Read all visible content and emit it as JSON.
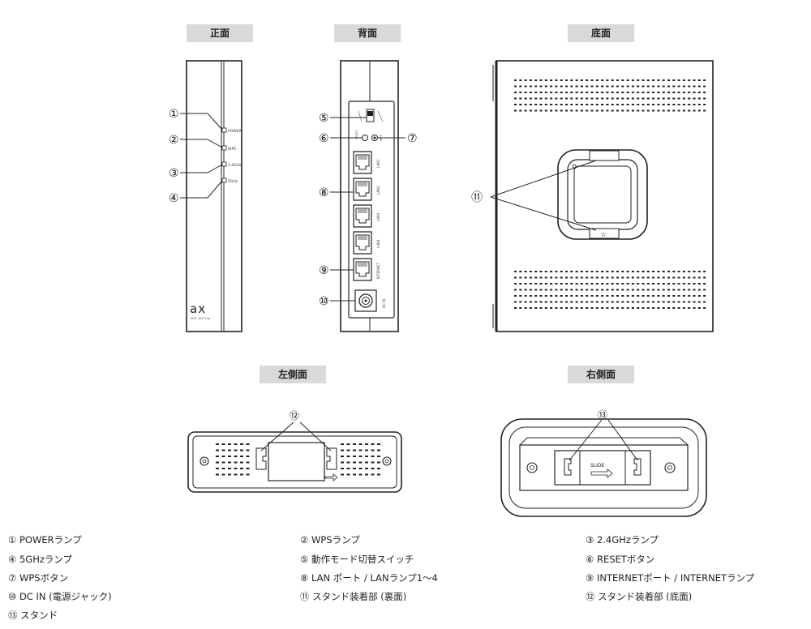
{
  "sections": {
    "front": "正面",
    "back": "背面",
    "bottom": "底面",
    "left_side": "左側面",
    "right_side": "右側面"
  },
  "front_panel": {
    "lamp_labels": [
      "POWER",
      "WPS",
      "2.4GHz",
      "5GHz"
    ],
    "logo_text": "ax",
    "logo_sub": "1201 AX2 T-sa"
  },
  "back_panel": {
    "port_labels": [
      "LAN1",
      "LAN2",
      "LAN3",
      "LAN4",
      "INTERNET"
    ],
    "dc_label": "DC IN",
    "reset_label": "RESET",
    "wps_label": "WPS"
  },
  "callouts": {
    "c1": "①",
    "c2": "②",
    "c3": "③",
    "c4": "④",
    "c5": "⑤",
    "c6": "⑥",
    "c7": "⑦",
    "c8": "⑧",
    "c9": "⑨",
    "c10": "⑩",
    "c11": "⑪",
    "c12": "⑫",
    "c13": "⑬"
  },
  "stand_label": "SLIDE",
  "legend": [
    "① POWERランプ",
    "② WPSランプ",
    "③ 2.4GHzランプ",
    "④ 5GHzランプ",
    "⑤ 動作モード切替スイッチ",
    "⑥ RESETボタン",
    "⑦ WPSボタン",
    "⑧ LAN ポート / LANランプ1〜4",
    "⑨ INTERNETポート / INTERNETランプ",
    "⑩ DC IN (電源ジャック)",
    "⑪ スタンド装着部 (裏面)",
    "⑫ スタンド装着部 (底面)",
    "⑬ スタンド"
  ]
}
